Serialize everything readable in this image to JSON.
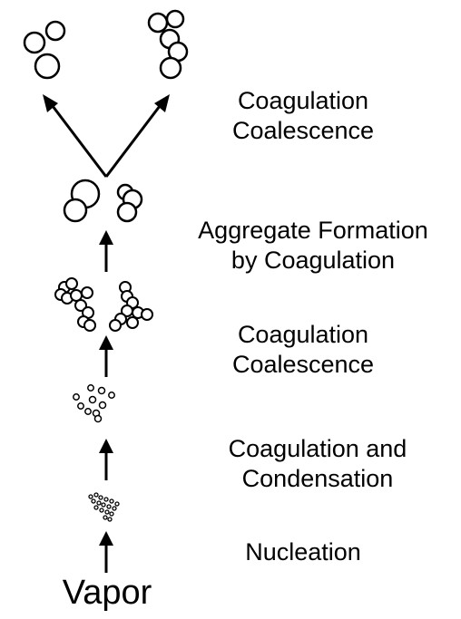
{
  "labels": {
    "stage1": "Nucleation",
    "stage2": [
      "Coagulation and",
      "Condensation"
    ],
    "stage3": [
      "Coagulation",
      "Coalescence"
    ],
    "stage4": [
      "Aggregate Formation",
      "by Coagulation"
    ],
    "stage5": [
      "Coagulation",
      "Coalescence"
    ]
  },
  "source": "Vapor",
  "colors": {
    "ink": "#000000",
    "background": "#ffffff"
  }
}
